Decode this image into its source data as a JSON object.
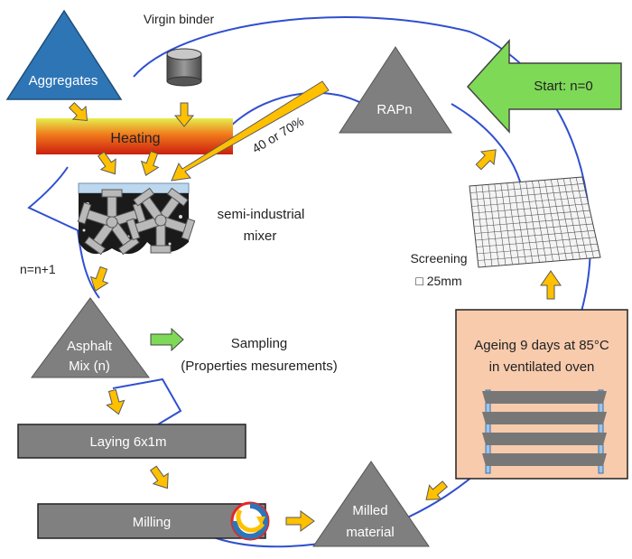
{
  "colors": {
    "cycle_line": "#2f4fd0",
    "triangle_fill": "#7f7f7f",
    "aggregates_fill": "#2e75b6",
    "arrow_fill": "#ffc000",
    "arrow_stroke": "#5a5a5a",
    "start_fill": "#7ed957",
    "box_fill": "#808080",
    "oven_fill": "#f8cbad",
    "heating_top": "#d7e84a",
    "heating_bottom": "#cc1f0f"
  },
  "inputs": {
    "aggregates": "Aggregates",
    "virgin_binder": "Virgin binder",
    "heating": "Heating"
  },
  "mixer": {
    "label_line1": "semi-industrial",
    "label_line2": "mixer"
  },
  "loop": {
    "counter": "n=n+1",
    "rap_ratio": "40 or 70%"
  },
  "start": {
    "label": "Start: n=0"
  },
  "rap": {
    "label": "RAPn"
  },
  "screening": {
    "label": "Screening",
    "mesh": "□ 25mm"
  },
  "asphalt": {
    "line1": "Asphalt",
    "line2": "Mix (n)"
  },
  "sampling": {
    "line1": "Sampling",
    "line2": "(Properties mesurements)"
  },
  "laying": {
    "label": "Laying 6x1m"
  },
  "milling": {
    "label": "Milling"
  },
  "milled": {
    "line1": "Milled",
    "line2": "material"
  },
  "oven": {
    "line1": "Ageing 9 days at 85°C",
    "line2": "in ventilated oven"
  },
  "icons": {
    "binder": "drum-icon",
    "mixer": "mixer-blades-icon",
    "screen": "mesh-screen-icon",
    "milling": "rotating-drum-icon",
    "oven": "shelf-rack-icon"
  }
}
